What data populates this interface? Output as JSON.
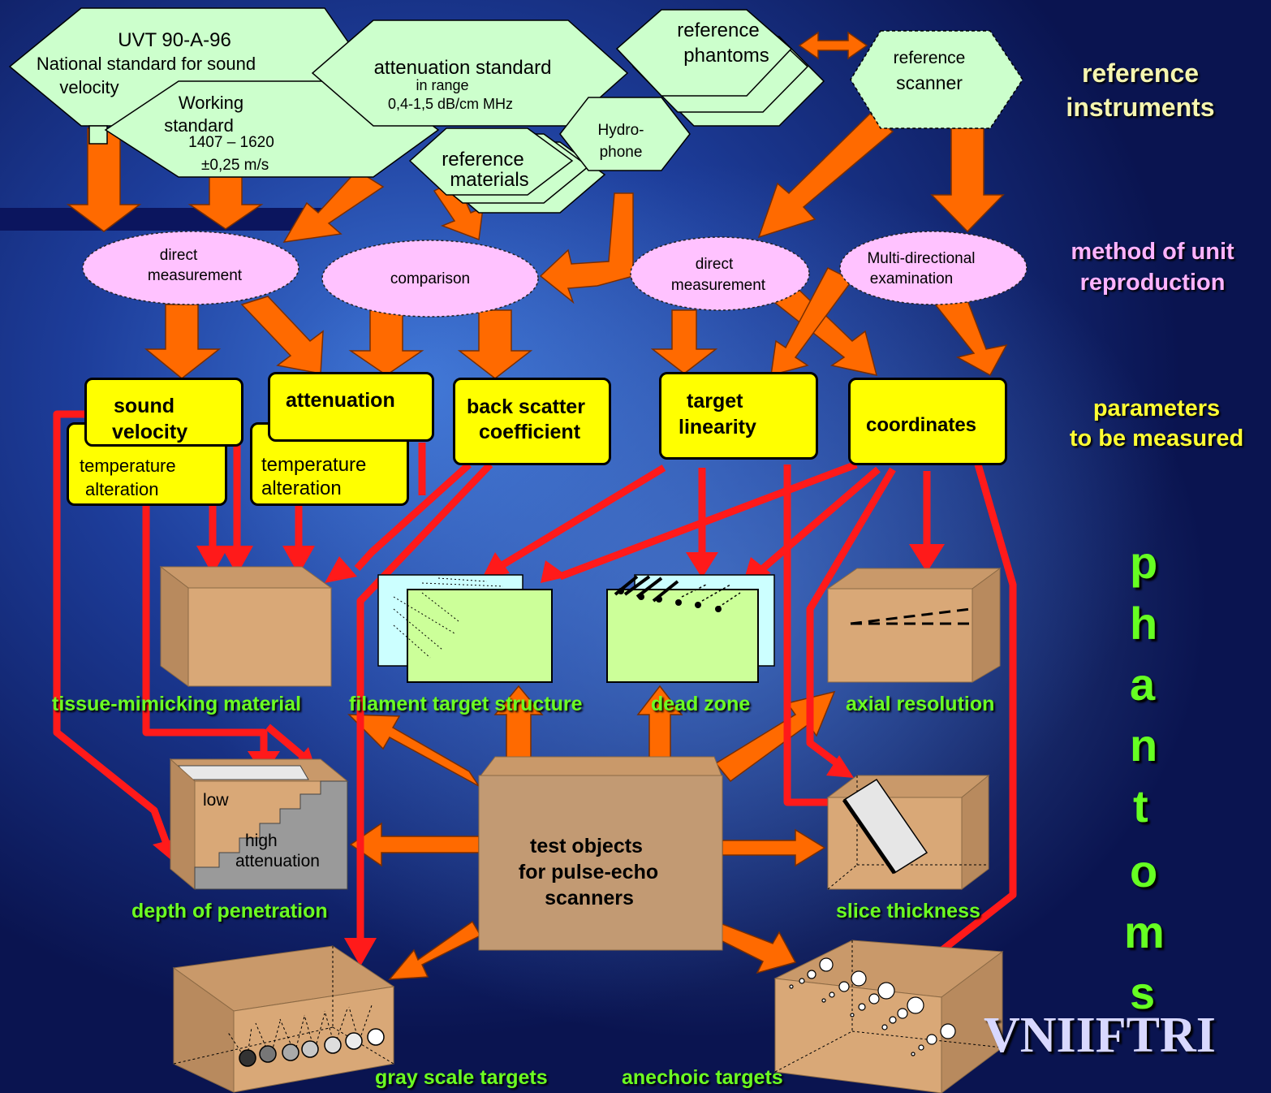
{
  "colors": {
    "hexagon_fill": "#ccffcc",
    "ellipse_fill": "#ffb3ff",
    "param_box_fill": "#ffff00",
    "orange_arrow": "#ff6600",
    "red_arrow": "#ff0000",
    "phantom_brown": "#d9a877",
    "category_label": "#ffffcc",
    "method_label": "#ffb3ff",
    "parameters_label": "#ffff33",
    "phantom_label": "#66ff22"
  },
  "reference": {
    "uvt_line1": "UVT 90-A-96",
    "uvt_line2": "National standard for sound",
    "uvt_line3": "velocity",
    "working_line1": "Working",
    "working_line2": "standard",
    "working_range": "1407 – 1620",
    "working_tol": "±0,25    m/s",
    "atten_line1": "attenuation standard",
    "atten_line2": "in range",
    "atten_line3": "0,4-1,5  dB/cm MHz",
    "refphantoms_line1": "reference",
    "refphantoms_line2": "phantoms",
    "refscanner_line1": "reference",
    "refscanner_line2": "scanner",
    "hydro_line1": "Hydro-",
    "hydro_line2": "phone",
    "refmat_line1": "reference",
    "refmat_line2": "materials"
  },
  "methods": {
    "direct1_line1": "direct",
    "direct1_line2": "measurement",
    "comparison": "comparison",
    "direct2_line1": "direct",
    "direct2_line2": "measurement",
    "multi_line1": "Multi-directional",
    "multi_line2": "examination"
  },
  "parameters": {
    "sound_line1": "sound",
    "sound_line2": "velocity",
    "temp1_line1": "temperature",
    "temp1_line2": "alteration",
    "atten": "attenuation",
    "temp2_line1": "temperature",
    "temp2_line2": "alteration",
    "backscatter_line1": "back scatter",
    "backscatter_line2": "coefficient",
    "target_line1": "target",
    "target_line2": "linearity",
    "coordinates": "coordinates"
  },
  "side_labels": {
    "ref_line1": "reference",
    "ref_line2": "instruments",
    "method_line1": "method of unit",
    "method_line2": "reproduction",
    "param_line1": "parameters",
    "param_line2": "to be measured",
    "phantoms_letters": [
      "p",
      "h",
      "a",
      "n",
      "t",
      "o",
      "m",
      "s"
    ]
  },
  "phantoms": {
    "tissue": "tissue-mimicking material",
    "filament": "filament target structure",
    "deadzone": "dead zone",
    "axial": "axial resolution",
    "depth": "depth of penetration",
    "depth_low": "low",
    "depth_high1": "high",
    "depth_high2": "attenuation",
    "slice": "slice thickness",
    "center_line1": "test objects",
    "center_line2": "for pulse-echo",
    "center_line3": "scanners",
    "grayscale": "gray scale targets",
    "anechoic": "anechoic targets"
  },
  "logo": "VNIIFTRI"
}
